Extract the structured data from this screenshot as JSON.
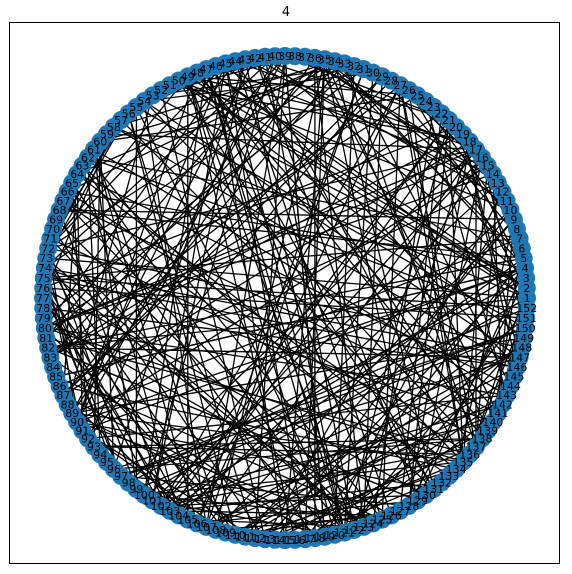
{
  "title": "4",
  "graph": {
    "node_count": 152,
    "layout": "circular",
    "node_color": "#1f77b4",
    "edge_color": "#000000",
    "labels": [
      "1",
      "2",
      "3",
      "4",
      "5",
      "6",
      "7",
      "8",
      "9",
      "10",
      "11",
      "12",
      "13",
      "14",
      "15",
      "16",
      "17",
      "18",
      "19",
      "20",
      "21",
      "22",
      "23",
      "24",
      "25",
      "26",
      "27",
      "28",
      "29",
      "30",
      "31",
      "32",
      "33",
      "34",
      "35",
      "36",
      "37",
      "38",
      "39",
      "40",
      "41",
      "42",
      "43",
      "44",
      "45",
      "46",
      "47",
      "48",
      "49",
      "50",
      "51",
      "52",
      "53",
      "54",
      "55",
      "56",
      "57",
      "58",
      "59",
      "60",
      "61",
      "62",
      "63",
      "64",
      "65",
      "66",
      "67",
      "68",
      "69",
      "70",
      "71",
      "72",
      "73",
      "74",
      "75",
      "76",
      "77",
      "78",
      "79",
      "80",
      "81",
      "82",
      "83",
      "84",
      "85",
      "86",
      "87",
      "88",
      "89",
      "90",
      "91",
      "92",
      "93",
      "94",
      "95",
      "96",
      "97",
      "98",
      "99",
      "100",
      "101",
      "102",
      "103",
      "104",
      "105",
      "106",
      "107",
      "108",
      "109",
      "110",
      "111",
      "112",
      "113",
      "114",
      "115",
      "116",
      "117",
      "118",
      "119",
      "120",
      "121",
      "122",
      "123",
      "124",
      "125",
      "126",
      "127",
      "128",
      "129",
      "130",
      "131",
      "132",
      "133",
      "134",
      "135",
      "136",
      "137",
      "138",
      "139",
      "140",
      "141",
      "142",
      "143",
      "144",
      "145",
      "146",
      "147",
      "148",
      "149",
      "150",
      "151",
      "152"
    ]
  }
}
